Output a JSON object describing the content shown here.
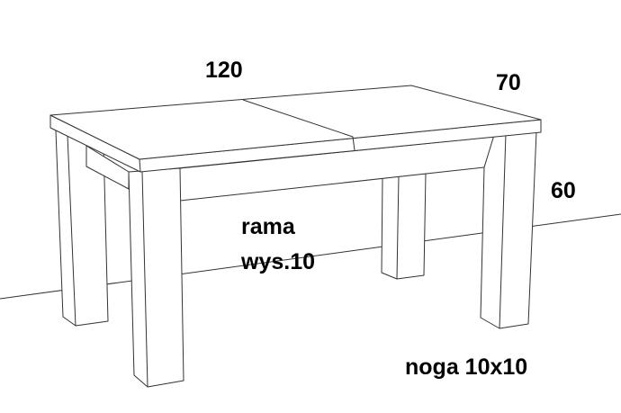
{
  "dimensions": {
    "length": "120",
    "width": "70",
    "height": "60"
  },
  "annotations": {
    "frame_label": "rama",
    "frame_height": "wys.10",
    "leg_label": "noga 10x10"
  }
}
